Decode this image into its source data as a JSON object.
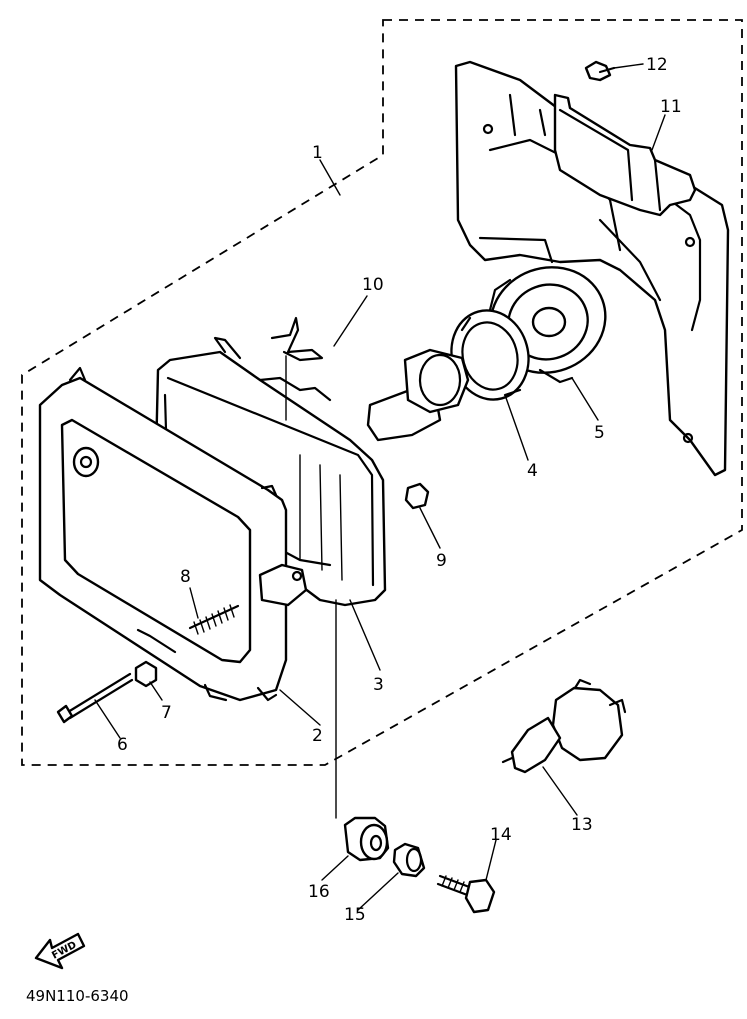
{
  "parts": [
    {
      "number": "1"
    },
    {
      "number": "2"
    },
    {
      "number": "3"
    },
    {
      "number": "4"
    },
    {
      "number": "5"
    },
    {
      "number": "6"
    },
    {
      "number": "7"
    },
    {
      "number": "8"
    },
    {
      "number": "9"
    },
    {
      "number": "10"
    },
    {
      "number": "11"
    },
    {
      "number": "12"
    },
    {
      "number": "13"
    },
    {
      "number": "14"
    },
    {
      "number": "15"
    },
    {
      "number": "16"
    }
  ],
  "fwd_label": "FWD",
  "diagram_code": "49N110-6340"
}
